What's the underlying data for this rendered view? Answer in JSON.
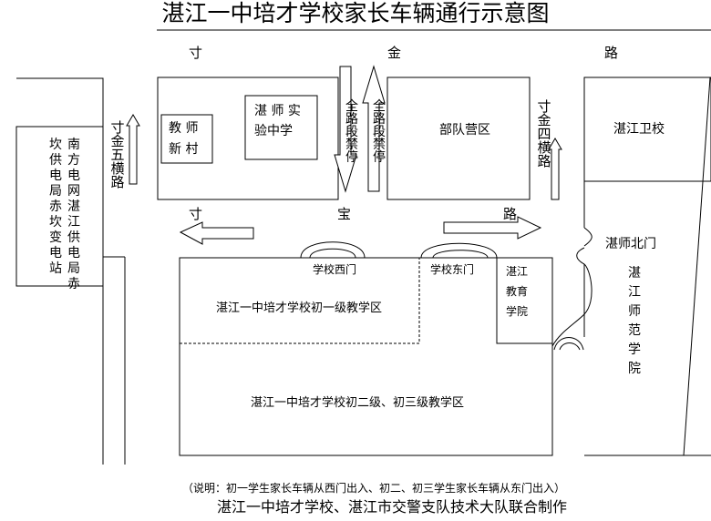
{
  "title": "湛江一中培才学校家长车辆通行示意图",
  "roads": {
    "top": [
      "寸",
      "金",
      "路"
    ],
    "middle": [
      "寸",
      "宝",
      "路"
    ],
    "left_vertical": "寸金五横路",
    "right_vertical": "寸金四横路"
  },
  "no_stopping": [
    "全路段禁停",
    "全路段禁停"
  ],
  "places": {
    "power_station": [
      "南方电网湛江供电局赤",
      "坎供电局赤坎变电站"
    ],
    "teacher_village": [
      "教 师",
      "新 村"
    ],
    "experimental_school": [
      "湛 师 实",
      "验中学"
    ],
    "army_camp": "部队营区",
    "health_school": "湛江卫校",
    "normal_north_gate": "湛师北门",
    "normal_college": "湛江师范学院",
    "education_institute": [
      "湛江",
      "教育",
      "学院"
    ],
    "west_gate": "学校西门",
    "east_gate": "学校东门",
    "junior_grade1": "湛江一中培才学校初一级教学区",
    "junior_grade23": "湛江一中培才学校初二级、初三级教学区"
  },
  "note": "（说明：初一学生家长车辆从西门出入、初二、初三学生家长车辆从东门出入）",
  "footer": "湛江一中培才学校、湛江市交警支队技术大队联合制作"
}
